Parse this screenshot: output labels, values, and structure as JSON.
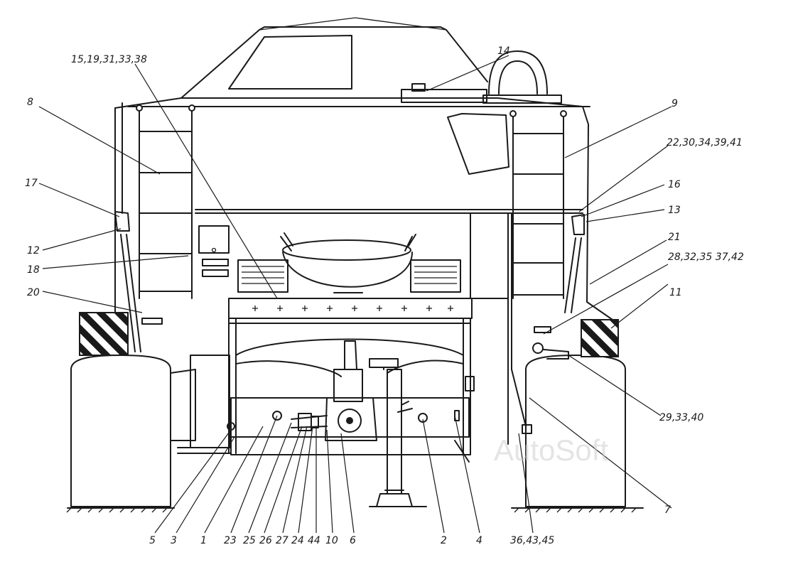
{
  "watermark": "AutoSoft",
  "callouts": [
    {
      "id": "c-15-19",
      "text": "15,19,31,33,38"
    },
    {
      "id": "c-8",
      "text": "8"
    },
    {
      "id": "c-14",
      "text": "14"
    },
    {
      "id": "c-9",
      "text": "9"
    },
    {
      "id": "c-22-30",
      "text": "22,30,34,39,41"
    },
    {
      "id": "c-17",
      "text": "17"
    },
    {
      "id": "c-16",
      "text": "16"
    },
    {
      "id": "c-13",
      "text": "13"
    },
    {
      "id": "c-12",
      "text": "12"
    },
    {
      "id": "c-18",
      "text": "18"
    },
    {
      "id": "c-21",
      "text": "21"
    },
    {
      "id": "c-28-32",
      "text": "28,32,35 37,42"
    },
    {
      "id": "c-20",
      "text": "20"
    },
    {
      "id": "c-11",
      "text": "11"
    },
    {
      "id": "c-29-33",
      "text": "29,33,40"
    },
    {
      "id": "c-7",
      "text": "7"
    },
    {
      "id": "c-5",
      "text": "5"
    },
    {
      "id": "c-3",
      "text": "3"
    },
    {
      "id": "c-1",
      "text": "1"
    },
    {
      "id": "c-23",
      "text": "23"
    },
    {
      "id": "c-25",
      "text": "25"
    },
    {
      "id": "c-26",
      "text": "26"
    },
    {
      "id": "c-27",
      "text": "27"
    },
    {
      "id": "c-24",
      "text": "24"
    },
    {
      "id": "c-44",
      "text": "44"
    },
    {
      "id": "c-10",
      "text": "10"
    },
    {
      "id": "c-6",
      "text": "6"
    },
    {
      "id": "c-2",
      "text": "2"
    },
    {
      "id": "c-4",
      "text": "4"
    },
    {
      "id": "c-36-43",
      "text": "36,43,45"
    }
  ]
}
